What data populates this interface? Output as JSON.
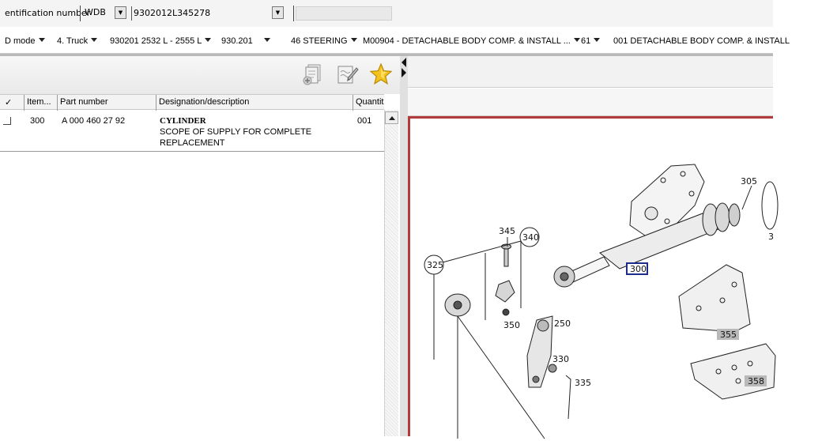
{
  "vin_bar": {
    "label": "entification number",
    "prefix": "WDB",
    "vin": "9302012L345278"
  },
  "breadcrumbs": [
    {
      "label": "D mode",
      "caret": true
    },
    {
      "label": "4. Truck",
      "caret": true
    },
    {
      "label": "930201 2532 L - 2555 L",
      "caret": true
    },
    {
      "label": "930.201",
      "caret": true
    },
    {
      "label": "46 STEERING",
      "caret": true
    },
    {
      "label": "M00904 - DETACHABLE BODY COMP. & INSTALL ...",
      "caret": true
    },
    {
      "label": "61",
      "caret": true
    },
    {
      "label": "001 DETACHABLE BODY COMP. & INSTALL",
      "caret": false
    }
  ],
  "toolbar": {
    "icons": [
      "copy-to-list-icon",
      "edit-notes-icon",
      "favorite-star-icon"
    ]
  },
  "table": {
    "columns": [
      "Item...",
      "Part number",
      "Designation/description",
      "Quantit"
    ],
    "rows": [
      {
        "item": "300",
        "part_number": "A 000 460 27 92",
        "title": "CYLINDER",
        "description": "SCOPE OF SUPPLY FOR COMPLETE REPLACEMENT",
        "quantity": "001"
      }
    ]
  },
  "drawing": {
    "callouts": [
      "305",
      "345",
      "340",
      "325",
      "300",
      "350",
      "250",
      "355",
      "330",
      "335",
      "358",
      "3"
    ],
    "highlighted": "300",
    "colors": {
      "frame": "#b23a3a",
      "highlight": "#1f2d8a",
      "shaded_label": "#b9b9b9"
    }
  }
}
